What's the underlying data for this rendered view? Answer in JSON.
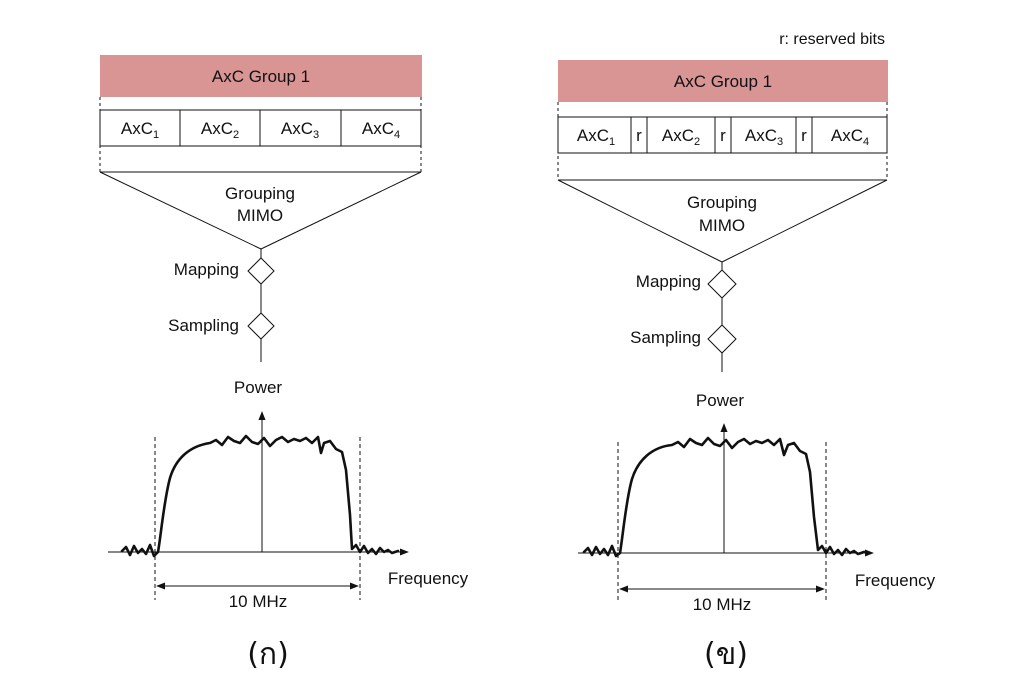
{
  "note": "r: reserved bits",
  "panels": [
    {
      "caption": "(ก)",
      "group_label": "AxC Group 1",
      "cells": [
        {
          "base": "AxC",
          "sub": "1"
        },
        {
          "base": "AxC",
          "sub": "2"
        },
        {
          "base": "AxC",
          "sub": "3"
        },
        {
          "base": "AxC",
          "sub": "4"
        }
      ],
      "grouping_label": "Grouping",
      "mimo_label": "MIMO",
      "mapping_label": "Mapping",
      "sampling_label": "Sampling",
      "power_label": "Power",
      "frequency_label": "Frequency",
      "bandwidth_label": "10 MHz"
    },
    {
      "caption": "(ข)",
      "group_label": "AxC Group 1",
      "cells": [
        {
          "base": "AxC",
          "sub": "1"
        },
        {
          "base": "r"
        },
        {
          "base": "AxC",
          "sub": "2"
        },
        {
          "base": "r"
        },
        {
          "base": "AxC",
          "sub": "3"
        },
        {
          "base": "r"
        },
        {
          "base": "AxC",
          "sub": "4"
        }
      ],
      "grouping_label": "Grouping",
      "mimo_label": "MIMO",
      "mapping_label": "Mapping",
      "sampling_label": "Sampling",
      "power_label": "Power",
      "frequency_label": "Frequency",
      "bandwidth_label": "10 MHz"
    }
  ],
  "colors": {
    "group_fill": "#d99594",
    "stroke": "#111111"
  }
}
